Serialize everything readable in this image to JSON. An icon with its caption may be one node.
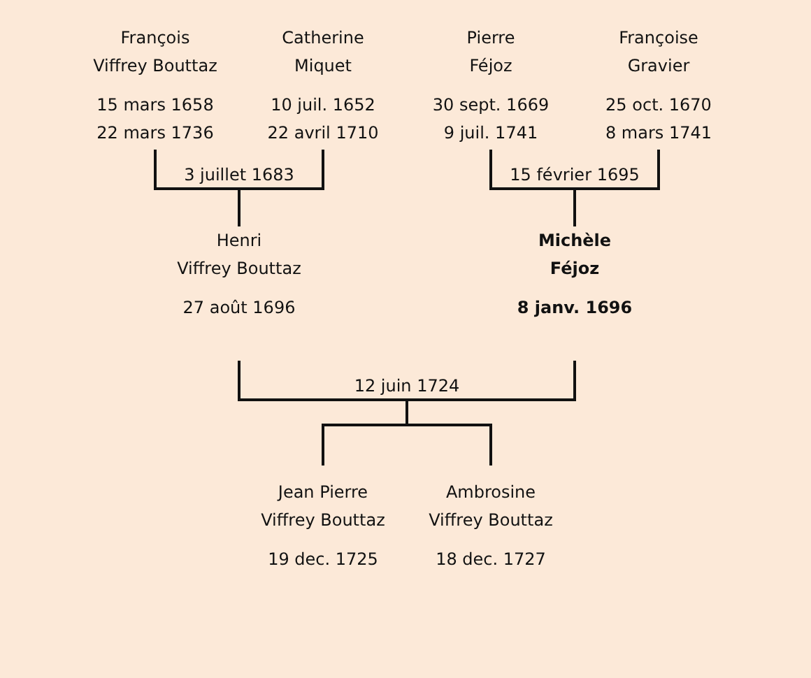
{
  "diagram": {
    "nodes": [
      {
        "text": [
          "François",
          "Viffrey Bouttaz",
          "15 mars 1658",
          "22 mars 1736"
        ]
      },
      {
        "text": [
          "Catherine",
          "Miquet",
          "10 juil. 1652",
          "22 avril 1710"
        ]
      },
      {
        "text": [
          "Pierre",
          "Féjoz",
          "30 sept. 1669",
          "9 juil. 1741"
        ]
      },
      {
        "text": [
          "Françoise",
          "Gravier",
          "25 oct. 1670",
          "8 mars 1741"
        ]
      },
      {
        "text": [
          "3 juillet 1683"
        ]
      },
      {
        "text": [
          "15 février 1695"
        ]
      },
      {
        "text": [
          "Henri",
          "Viffrey Bouttaz",
          "27 août 1696"
        ]
      },
      {
        "text": [
          "Michèle",
          "Féjoz",
          "8 janv. 1696"
        ]
      },
      {
        "text": [
          "12 juin 1724"
        ]
      },
      {
        "text": [
          "Jean Pierre",
          "Viffrey Bouttaz",
          "19 dec. 1725"
        ]
      },
      {
        "text": [
          "Ambrosine",
          "Viffrey Bouttaz",
          "18 dec. 1727"
        ]
      }
    ],
    "edges": [
      {
        "from": 0,
        "to": 4,
        "arrow": "none"
      },
      {
        "from": 1,
        "to": 4,
        "arrow": "none"
      },
      {
        "from": 4,
        "to": 6,
        "arrow": "none"
      },
      {
        "from": 2,
        "to": 5,
        "arrow": "none"
      },
      {
        "from": 3,
        "to": 5,
        "arrow": "none"
      },
      {
        "from": 5,
        "to": 7,
        "arrow": "none"
      },
      {
        "from": 6,
        "to": 8,
        "arrow": "none"
      },
      {
        "from": 7,
        "to": 8,
        "arrow": "none"
      },
      {
        "from": 8,
        "to": 9,
        "arrow": "none"
      },
      {
        "from": 8,
        "to": 10,
        "arrow": "none"
      }
    ]
  }
}
